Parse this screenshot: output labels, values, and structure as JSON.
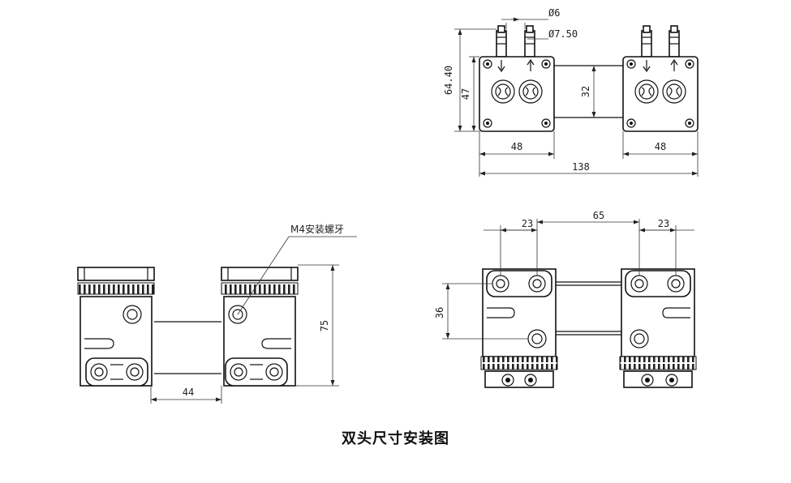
{
  "caption": "双头尺寸安装图",
  "top_view": {
    "tube_inner_diameter": "Ø6",
    "tube_outer_diameter": "Ø7.50",
    "overall_height": "64.40",
    "body_height": "47",
    "port_spacing": "32",
    "left_width": "48",
    "right_width": "48",
    "total_width": "138"
  },
  "side_view": {
    "callout": "M4安装螺牙",
    "height": "75",
    "spacing": "44"
  },
  "bottom_view": {
    "left_port_spacing": "23",
    "center_spacing": "65",
    "right_port_spacing": "23",
    "vertical_spacing": "36"
  }
}
